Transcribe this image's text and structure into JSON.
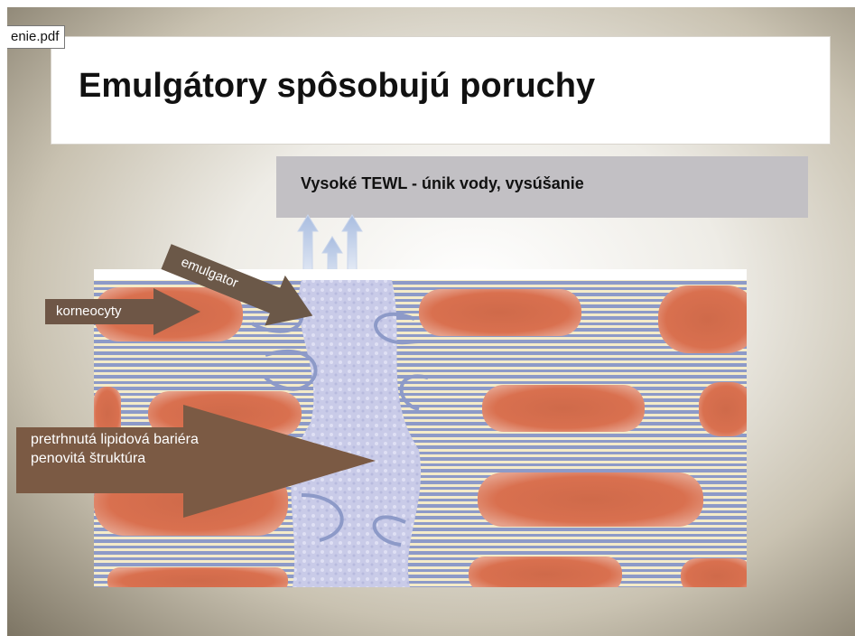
{
  "file_tab": {
    "label": "enie.pdf"
  },
  "slide": {
    "title": "Emulgátory spôsobujú poruchy",
    "tewl_label": "Vysoké TEWL - únik vody, vysúšanie",
    "labels": {
      "emulgator": "emulgator",
      "korneocyty": "korneocyty",
      "barrier_line1": "pretrhnutá lipidová bariéra",
      "barrier_line2": "penovitá štruktúra"
    }
  },
  "colors": {
    "arrow_brown": "#7b5a44",
    "arrow_dark": "#5e4a3a",
    "cell_orange": "#d9704f",
    "lipid_blue": "#8d9ac8",
    "lipid_cream": "#f4ebc9",
    "tewl_box": "#c2c0c4"
  }
}
